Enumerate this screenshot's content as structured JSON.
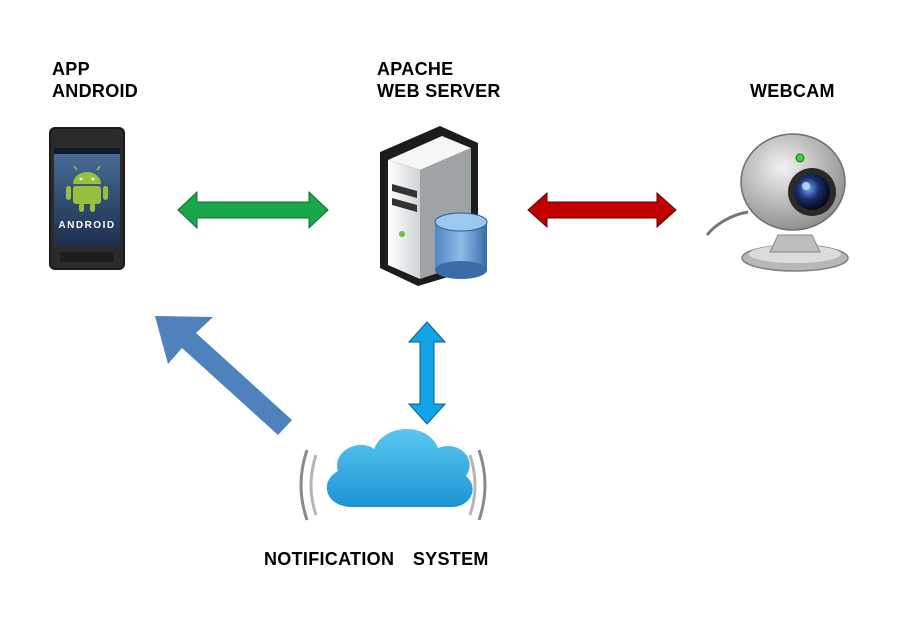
{
  "nodes": {
    "app": {
      "line1": "APP",
      "line2": "ANDROID",
      "screen_text": "ANDROID"
    },
    "server": {
      "line1": "APACHE",
      "line2": "WEB SERVER"
    },
    "webcam": {
      "label": "WEBCAM"
    },
    "notification": {
      "label": "NOTIFICATION  SYSTEM"
    }
  },
  "connections": [
    {
      "from": "app",
      "to": "server",
      "direction": "bidirectional",
      "color": "#1aa64a"
    },
    {
      "from": "server",
      "to": "webcam",
      "direction": "bidirectional",
      "color": "#c00000"
    },
    {
      "from": "server",
      "to": "notification",
      "direction": "bidirectional",
      "color": "#12a4e8"
    },
    {
      "from": "notification",
      "to": "app",
      "direction": "one-way",
      "color": "#4f81bd"
    }
  ],
  "icons": {
    "app": "android-phone-icon",
    "server": "server-database-icon",
    "webcam": "webcam-icon",
    "notification": "cloud-signal-icon"
  }
}
